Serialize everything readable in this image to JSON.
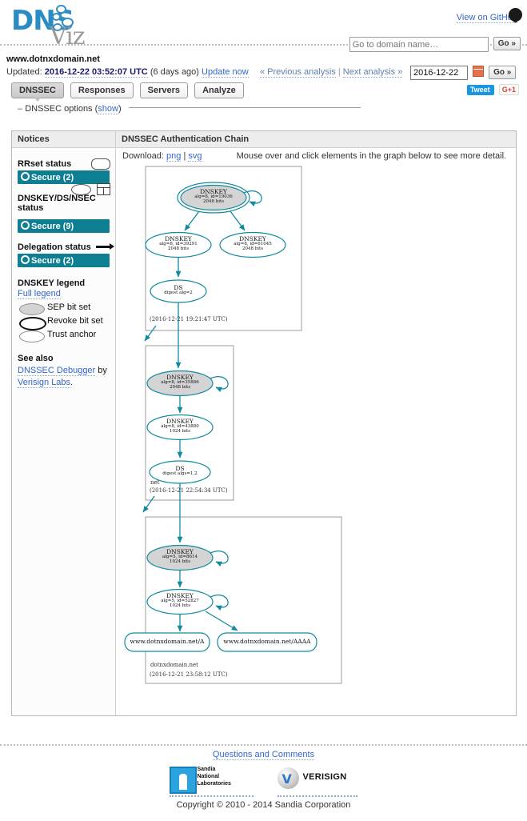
{
  "header": {
    "logo_main": "DNS",
    "logo_sub": "Viz",
    "github_link": "View on GitHub",
    "github_icon": "github-icon",
    "search_placeholder": "Go to domain name…",
    "search_value": "",
    "go_label": "Go »"
  },
  "domain": {
    "name": "www.dotnxdomain.net",
    "updated_label": "Updated:",
    "updated_time": "2016-12-22 03:52:07 UTC",
    "updated_ago": "(6 days ago)",
    "update_now": "Update now",
    "prev_analysis": "« Previous analysis",
    "separator": "|",
    "next_analysis": "Next analysis »",
    "date_value": "2016-12-22",
    "calendar_icon": "calendar-icon",
    "date_go_label": "Go »"
  },
  "tabs": [
    {
      "label": "DNSSEC",
      "active": true
    },
    {
      "label": "Responses",
      "active": false
    },
    {
      "label": "Servers",
      "active": false
    },
    {
      "label": "Analyze",
      "active": false
    }
  ],
  "social": {
    "tweet_label": "Tweet",
    "gplus_label": "G+1"
  },
  "options": {
    "dash": "–",
    "label": "DNSSEC options (",
    "show": "show",
    "close": ")"
  },
  "notices": {
    "title": "Notices",
    "sections": [
      {
        "title": "RRset status",
        "icon": "rrset-rounded-rect-icon",
        "status": "Secure (2)"
      },
      {
        "title": "DNSKEY/DS/NSEC status",
        "icon": "ellipse-and-record-icon",
        "status": "Secure (9)"
      },
      {
        "title": "Delegation status",
        "icon": "arrow-icon",
        "status": "Secure (2)"
      }
    ],
    "legend_title": "DNSKEY legend",
    "full_legend": "Full legend",
    "legend_items": [
      {
        "label": "SEP bit set",
        "icon": "sep-ellipse-icon"
      },
      {
        "label": "Revoke bit set",
        "icon": "revoke-ellipse-icon"
      },
      {
        "label": "Trust anchor",
        "icon": "trust-anchor-ellipse-icon"
      }
    ],
    "see_also_title": "See also",
    "see_also_link": "DNSSEC Debugger",
    "see_also_by": "by",
    "see_also_link2": "Verisign Labs",
    "see_also_end": "."
  },
  "chain": {
    "title": "DNSSEC Authentication Chain",
    "download_label": "Download:",
    "download_png": "png",
    "download_sep": "|",
    "download_svg": "svg",
    "hint": "Mouse over and click elements in the graph below to see more detail."
  },
  "graph": {
    "clusters": [
      {
        "id": "root",
        "name": "",
        "timestamp": "(2016-12-21 19:21:47 UTC)",
        "nodes": [
          {
            "id": "root-ksk",
            "type": "DNSKEY",
            "line1": "DNSKEY",
            "line2": "alg=8, id=19036",
            "line3": "2048 bits",
            "sep": true,
            "trust_anchor": true
          },
          {
            "id": "root-zsk1",
            "type": "DNSKEY",
            "line1": "DNSKEY",
            "line2": "alg=8, id=39291",
            "line3": "2048 bits",
            "sep": false,
            "trust_anchor": false
          },
          {
            "id": "root-zsk2",
            "type": "DNSKEY",
            "line1": "DNSKEY",
            "line2": "alg=8, id=61045",
            "line3": "2048 bits",
            "sep": false,
            "trust_anchor": false
          },
          {
            "id": "root-ds",
            "type": "DS",
            "line1": "DS",
            "line2": "digest alg=2",
            "line3": "",
            "sep": false,
            "trust_anchor": false
          }
        ]
      },
      {
        "id": "net",
        "name": "net",
        "timestamp": "(2016-12-21 22:54:34 UTC)",
        "nodes": [
          {
            "id": "net-ksk",
            "type": "DNSKEY",
            "line1": "DNSKEY",
            "line2": "alg=8, id=35886",
            "line3": "2048 bits",
            "sep": true,
            "trust_anchor": false
          },
          {
            "id": "net-zsk",
            "type": "DNSKEY",
            "line1": "DNSKEY",
            "line2": "alg=8, id=43880",
            "line3": "1024 bits",
            "sep": false,
            "trust_anchor": false
          },
          {
            "id": "net-ds",
            "type": "DS",
            "line1": "DS",
            "line2": "digest algs=1,2",
            "line3": "",
            "sep": false,
            "trust_anchor": false
          }
        ]
      },
      {
        "id": "dotnxdomain",
        "name": "dotnxdomain.net",
        "timestamp": "(2016-12-21 23:58:12 UTC)",
        "nodes": [
          {
            "id": "dnx-ksk",
            "type": "DNSKEY",
            "line1": "DNSKEY",
            "line2": "alg=5, id=8614",
            "line3": "1024 bits",
            "sep": true,
            "trust_anchor": false
          },
          {
            "id": "dnx-zsk",
            "type": "DNSKEY",
            "line1": "DNSKEY",
            "line2": "alg=5, id=52827",
            "line3": "1024 bits",
            "sep": false,
            "trust_anchor": false
          },
          {
            "id": "rrset-a",
            "type": "RRSET",
            "line1": "www.dotnxdomain.net/A",
            "line2": "",
            "line3": "",
            "sep": false,
            "trust_anchor": false
          },
          {
            "id": "rrset-aaaa",
            "type": "RRSET",
            "line1": "www.dotnxdomain.net/AAAA",
            "line2": "",
            "line3": "",
            "sep": false,
            "trust_anchor": false
          }
        ]
      }
    ],
    "edge_color": "#128a9e",
    "sep_fill": "#d4d4d4"
  },
  "footer": {
    "questions": "Questions and Comments",
    "sandia_l1": "Sandia",
    "sandia_l2": "National",
    "sandia_l3": "Laboratories",
    "verisign": "VERISIGN",
    "verisign_mark": "®",
    "copyright": "Copyright © 2010 - 2014 Sandia Corporation"
  },
  "colors": {
    "status_teal": "#0e7e92",
    "graph_teal": "#128a9e",
    "link_blue": "#36c"
  }
}
